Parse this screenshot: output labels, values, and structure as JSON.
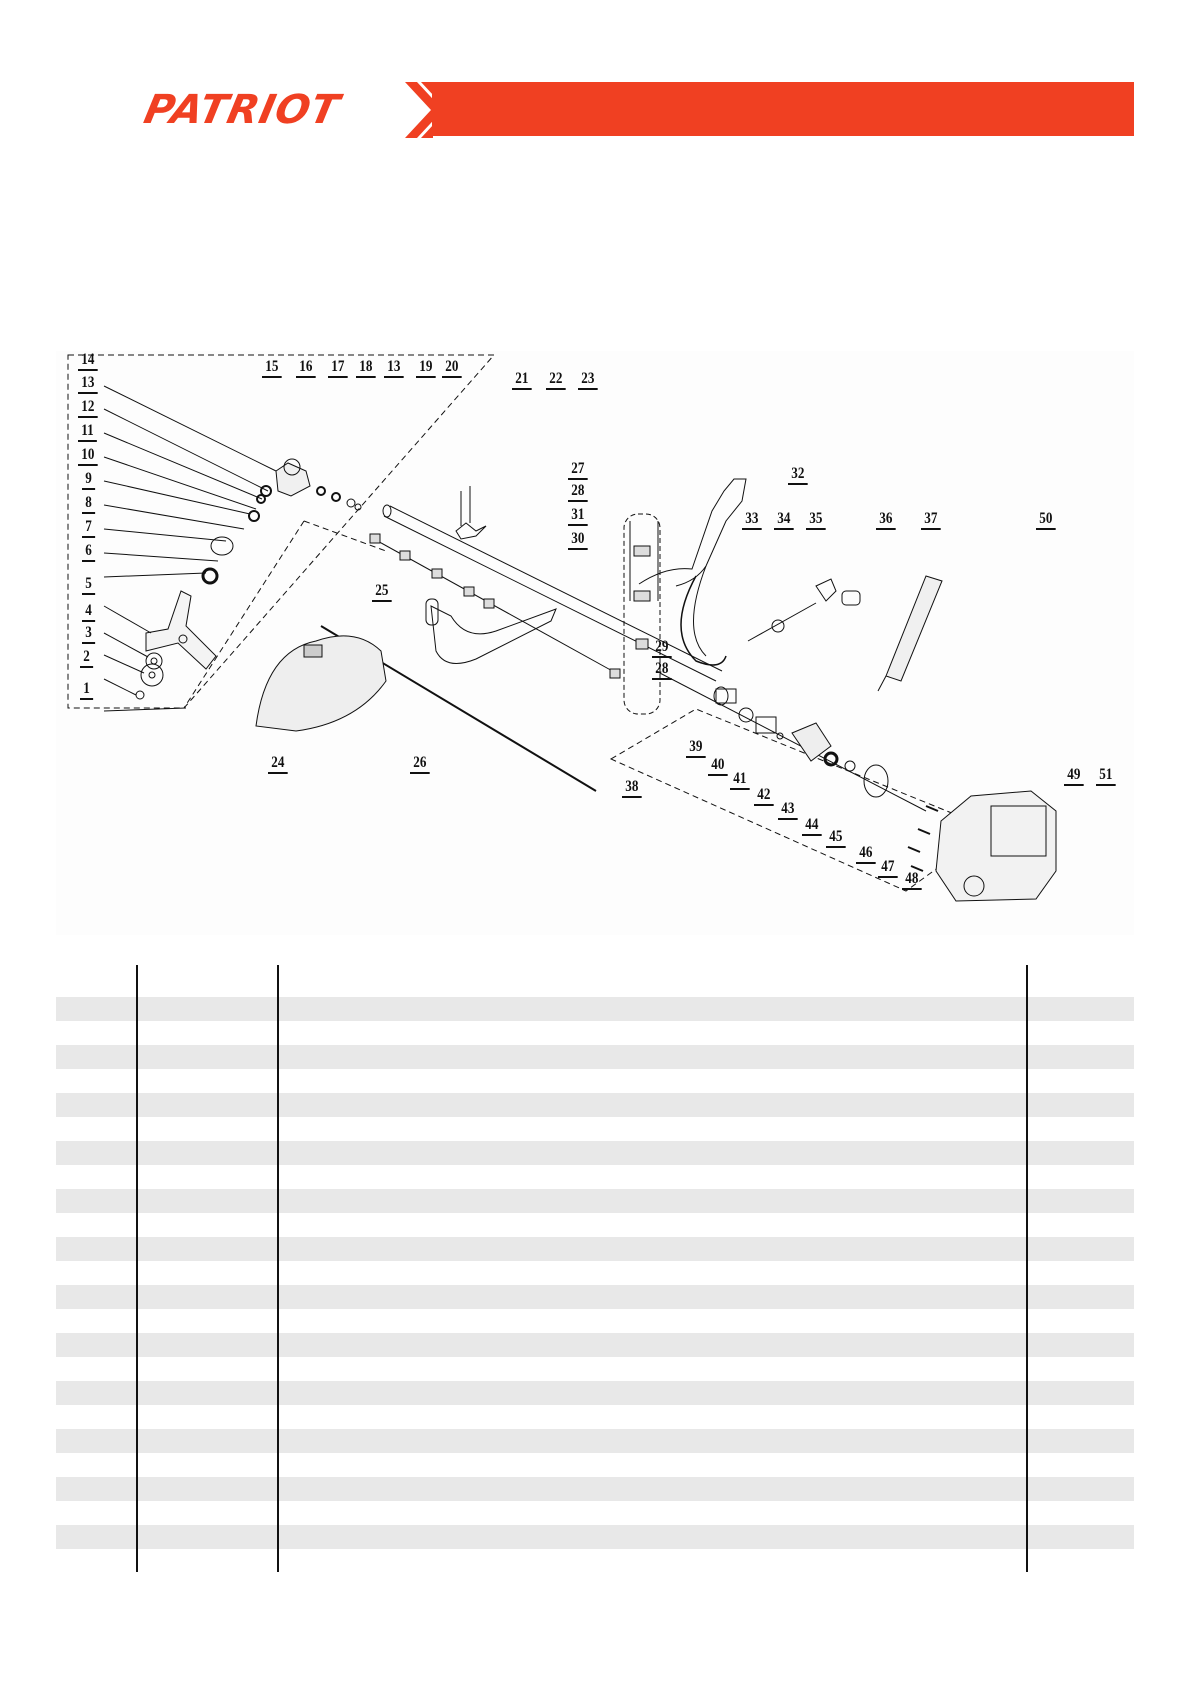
{
  "header": {
    "brand": "PATRIOT",
    "brand_color": "#F04022",
    "bar_color": "#F04022"
  },
  "diagram": {
    "title": "Exploded parts diagram",
    "callouts": [
      {
        "id": "14",
        "label": "14"
      },
      {
        "id": "13a",
        "label": "13"
      },
      {
        "id": "12",
        "label": "12"
      },
      {
        "id": "11",
        "label": "11"
      },
      {
        "id": "10",
        "label": "10"
      },
      {
        "id": "9",
        "label": "9"
      },
      {
        "id": "8",
        "label": "8"
      },
      {
        "id": "7",
        "label": "7"
      },
      {
        "id": "6",
        "label": "6"
      },
      {
        "id": "5",
        "label": "5"
      },
      {
        "id": "4",
        "label": "4"
      },
      {
        "id": "3",
        "label": "3"
      },
      {
        "id": "2",
        "label": "2"
      },
      {
        "id": "1",
        "label": "1"
      },
      {
        "id": "15",
        "label": "15"
      },
      {
        "id": "16",
        "label": "16"
      },
      {
        "id": "17",
        "label": "17"
      },
      {
        "id": "18",
        "label": "18"
      },
      {
        "id": "13b",
        "label": "13"
      },
      {
        "id": "19",
        "label": "19"
      },
      {
        "id": "20",
        "label": "20"
      },
      {
        "id": "21",
        "label": "21"
      },
      {
        "id": "22",
        "label": "22"
      },
      {
        "id": "23",
        "label": "23"
      },
      {
        "id": "24",
        "label": "24"
      },
      {
        "id": "25",
        "label": "25"
      },
      {
        "id": "26",
        "label": "26"
      },
      {
        "id": "27",
        "label": "27"
      },
      {
        "id": "28a",
        "label": "28"
      },
      {
        "id": "31",
        "label": "31"
      },
      {
        "id": "30",
        "label": "30"
      },
      {
        "id": "29",
        "label": "29"
      },
      {
        "id": "28b",
        "label": "28"
      },
      {
        "id": "32",
        "label": "32"
      },
      {
        "id": "33",
        "label": "33"
      },
      {
        "id": "34",
        "label": "34"
      },
      {
        "id": "35",
        "label": "35"
      },
      {
        "id": "36",
        "label": "36"
      },
      {
        "id": "37",
        "label": "37"
      },
      {
        "id": "50",
        "label": "50"
      },
      {
        "id": "38",
        "label": "38"
      },
      {
        "id": "39",
        "label": "39"
      },
      {
        "id": "40",
        "label": "40"
      },
      {
        "id": "41",
        "label": "41"
      },
      {
        "id": "42",
        "label": "42"
      },
      {
        "id": "43",
        "label": "43"
      },
      {
        "id": "44",
        "label": "44"
      },
      {
        "id": "45",
        "label": "45"
      },
      {
        "id": "46",
        "label": "46"
      },
      {
        "id": "47",
        "label": "47"
      },
      {
        "id": "48",
        "label": "48"
      },
      {
        "id": "49",
        "label": "49"
      },
      {
        "id": "51",
        "label": "51"
      }
    ]
  },
  "parts_table": {
    "columns": [
      "",
      "",
      "",
      ""
    ],
    "row_count": 24,
    "stripe_color": "#e8e8e8"
  }
}
